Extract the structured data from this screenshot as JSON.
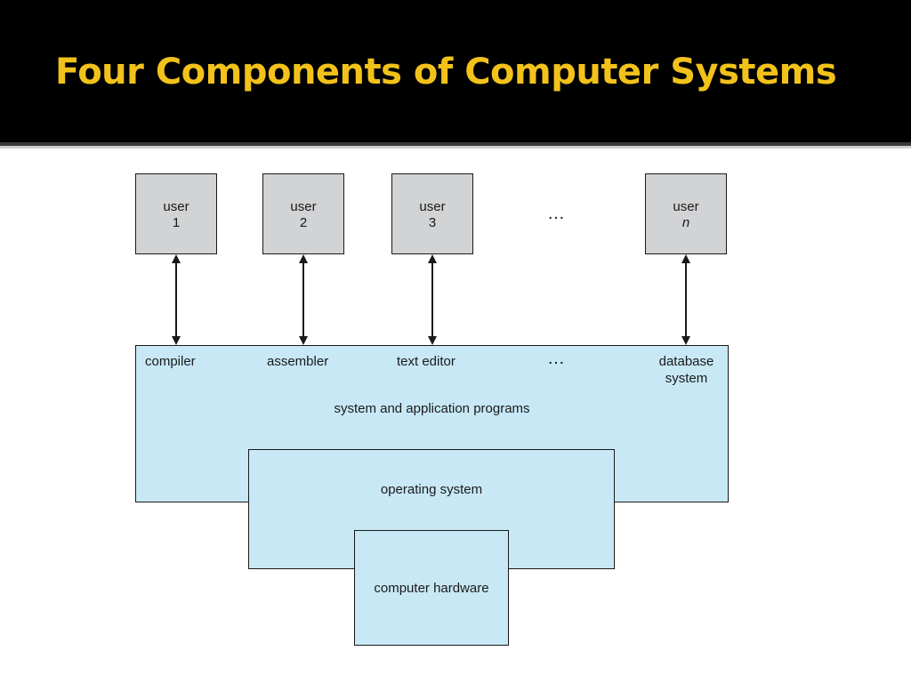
{
  "slide": {
    "title": "Four Components of Computer Systems",
    "title_color": "#f2c21b",
    "header_background": "#000000"
  },
  "diagram": {
    "users": [
      {
        "line1": "user",
        "line2": "1"
      },
      {
        "line1": "user",
        "line2": "2"
      },
      {
        "line1": "user",
        "line2": "3"
      },
      {
        "line1": "user",
        "line2": "n",
        "italic_second_line": true
      }
    ],
    "user_ellipsis": "…",
    "programs": [
      "compiler",
      "assembler",
      "text editor"
    ],
    "program_ellipsis": "…",
    "database_line1": "database",
    "database_line2": "system",
    "layer_programs": "system and application programs",
    "layer_os": "operating system",
    "layer_hardware": "computer hardware",
    "colors": {
      "user_box": "#d2d3d5",
      "layer_fill": "#c8e8f6",
      "stroke": "#1a1a1a"
    }
  }
}
